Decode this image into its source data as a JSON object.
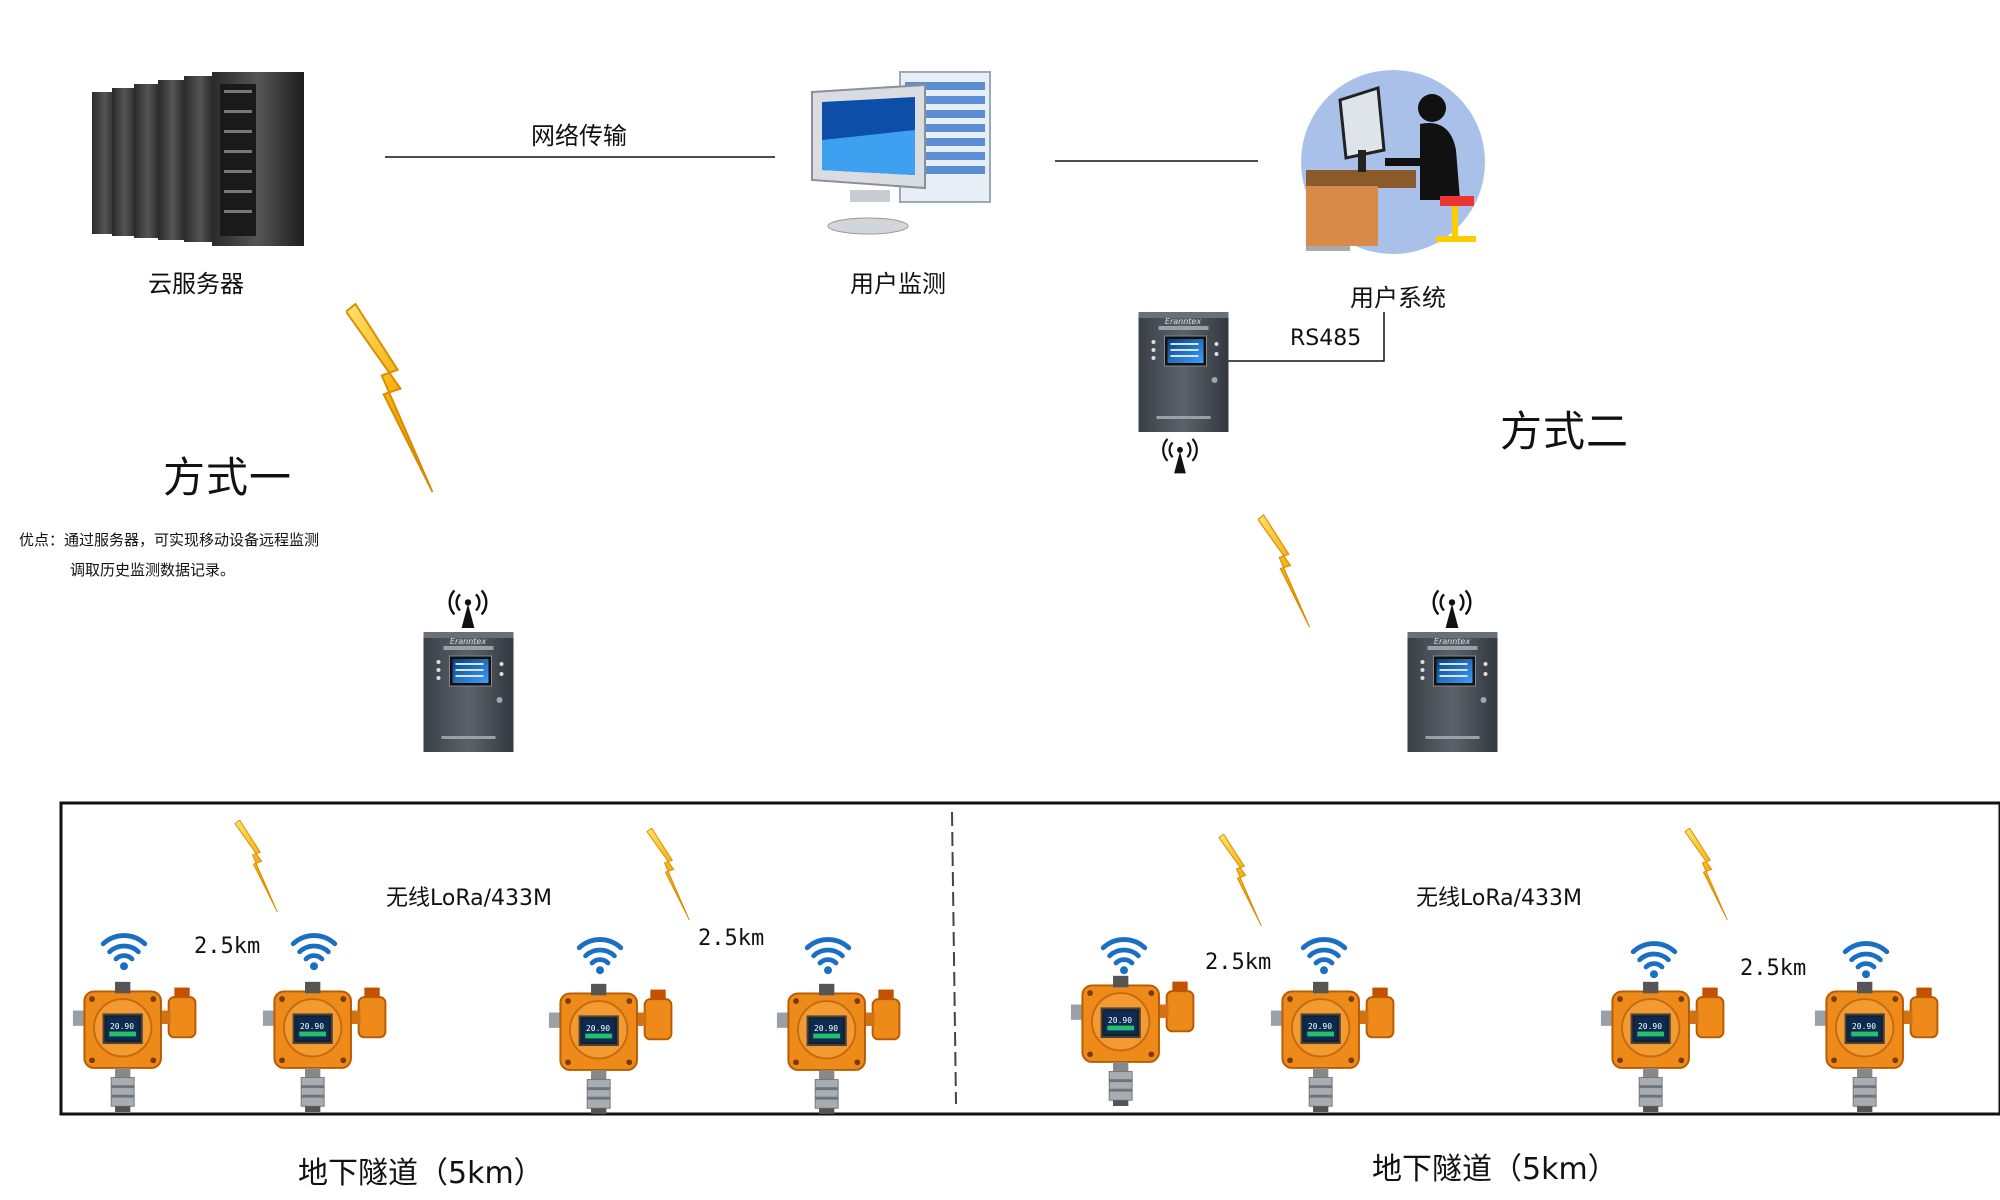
{
  "top": {
    "cloud_server": "云服务器",
    "network_transmission": "网络传输",
    "user_monitoring": "用户监测",
    "user_system": "用户系统",
    "rs485": "RS485"
  },
  "mode_one": {
    "title": "方式一",
    "advantage_line1": "优点：通过服务器，可实现移动设备远程监测",
    "advantage_line2": "调取历史监测数据记录。"
  },
  "mode_two": {
    "title": "方式二"
  },
  "controller": {
    "brand": "Eranntex"
  },
  "detector": {
    "reading": "20.90"
  },
  "tunnel": {
    "wireless_left": "无线LoRa/433M",
    "wireless_right": "无线LoRa/433M",
    "distances": [
      "2.5km",
      "2.5km",
      "2.5km",
      "2.5km"
    ],
    "label_left": "地下隧道（5km）",
    "label_right": "地下隧道（5km）"
  },
  "colors": {
    "lightning": "#f5a800",
    "detector_orange": "#ee8a1a",
    "wifi_blue": "#1a6fc4",
    "controller_gray": "#4a5058",
    "screen_blue": "#2a7ad8"
  },
  "icons": [
    "server-rack-icon",
    "monitor-building-icon",
    "operator-at-desk-icon",
    "lightning-icon",
    "wifi-icon",
    "antenna-icon",
    "gas-detector-icon",
    "controller-cabinet-icon"
  ]
}
